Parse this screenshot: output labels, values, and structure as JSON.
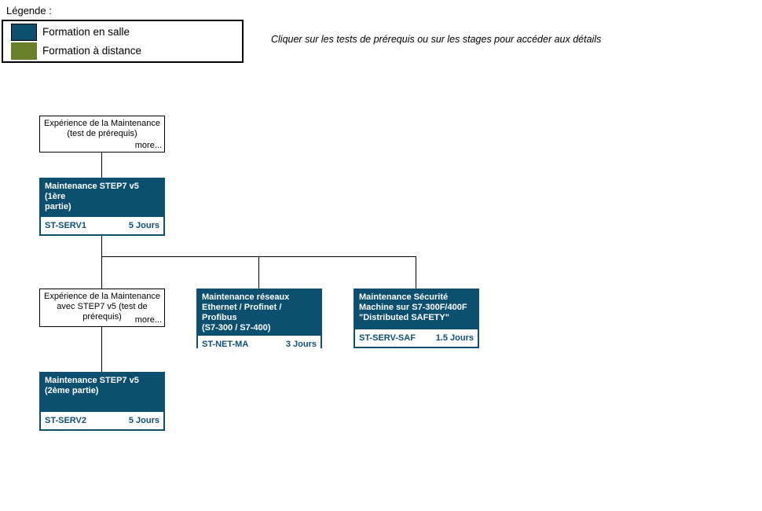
{
  "legend": {
    "title": "Légende :",
    "items": [
      {
        "label": "Formation en salle",
        "color": "#0d4f6e"
      },
      {
        "label": "Formation à distance",
        "color": "#687f2a"
      }
    ]
  },
  "instruction": "Cliquer sur les tests de prérequis ou sur les stages pour accéder aux détails",
  "colors": {
    "in_room": "#0d4f6e",
    "distance": "#687f2a",
    "connector": "#000000"
  },
  "diagram": {
    "prereq_tests": [
      {
        "lines": [
          "Expérience de la Maintenance",
          "(test de prérequis)"
        ],
        "more": "more..."
      },
      {
        "lines": [
          "Expérience de la Maintenance",
          "avec STEP7 v5 (test de",
          "prérequis)"
        ],
        "more": "more..."
      }
    ],
    "courses": [
      {
        "title_lines": [
          "Maintenance STEP7 v5 (1ère",
          "partie)"
        ],
        "code": "ST-SERV1",
        "duration": "5 Jours"
      },
      {
        "title_lines": [
          "Maintenance réseaux",
          "Ethernet / Profinet / Profibus",
          "(S7-300 / S7-400)"
        ],
        "code": "ST-NET-MA",
        "duration": "3 Jours"
      },
      {
        "title_lines": [
          "Maintenance Sécurité",
          "Machine sur S7-300F/400F",
          "\"Distributed SAFETY\""
        ],
        "code": "ST-SERV-SAF",
        "duration": "1.5 Jours"
      },
      {
        "title_lines": [
          "Maintenance STEP7 v5",
          "(2ème partie)"
        ],
        "code": "ST-SERV2",
        "duration": "5 Jours"
      }
    ]
  }
}
